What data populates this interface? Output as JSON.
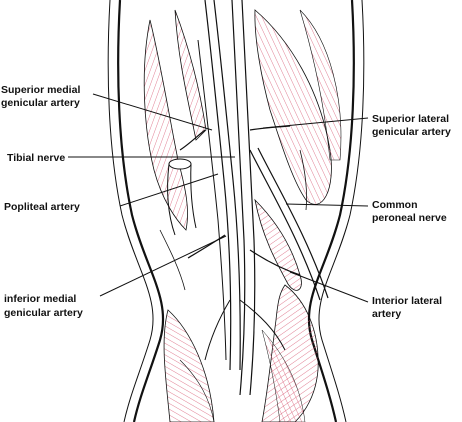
{
  "labels": {
    "sup_medial": [
      "Superior medial",
      "genicular artery"
    ],
    "tibial_nerve": [
      "Tibial nerve"
    ],
    "popliteal_artery": [
      "Popliteal artery"
    ],
    "inf_medial": [
      "inferior medial",
      "genicular artery"
    ],
    "sup_lateral": [
      "Superior lateral",
      "genicular artery"
    ],
    "common_peroneal": [
      "Common",
      "peroneal nerve"
    ],
    "interior_lateral": [
      "Interior lateral",
      "artery"
    ]
  },
  "colors": {
    "muscle_fibers": "#d9607a",
    "outline": "#111111",
    "background": "#ffffff"
  }
}
